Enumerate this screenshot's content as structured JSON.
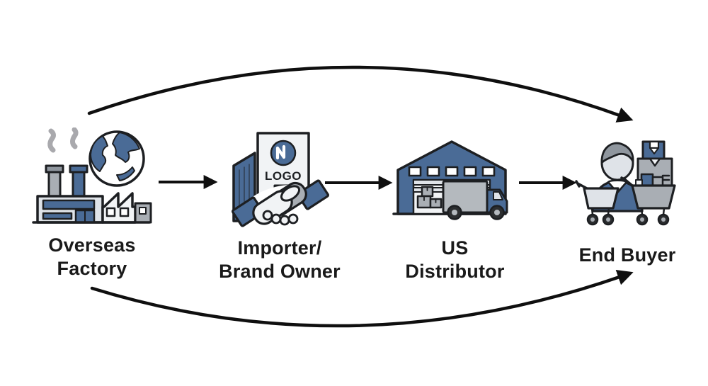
{
  "diagram": {
    "background": "#ffffff",
    "colors": {
      "outline": "#1d1f22",
      "text": "#1a1a1a",
      "arrow": "#0f0f0f",
      "blue": "#4a6b96",
      "gray": "#a9aeb4",
      "dark_gray": "#8f969e",
      "light_gray": "#dfe3e8",
      "paper": "#f1f3f5",
      "truck_gray": "#b4b9be",
      "smoke": "#a9a9ad",
      "background": "#ffffff"
    },
    "nodes": [
      {
        "id": "overseas-factory",
        "icon": "factory-globe-icon",
        "label_lines": [
          "Overseas",
          "Factory"
        ]
      },
      {
        "id": "importer-brand-owner",
        "icon": "building-document-handshake-icon",
        "logo_text": "LOGO",
        "label_lines": [
          "Importer/",
          "Brand Owner"
        ]
      },
      {
        "id": "us-distributor",
        "icon": "warehouse-truck-icon",
        "label_lines": [
          "US",
          "Distributor"
        ]
      },
      {
        "id": "end-buyer",
        "icon": "shopper-carts-boxes-icon",
        "label_lines": [
          "End Buyer"
        ]
      }
    ],
    "connections": [
      {
        "from": "Overseas Factory",
        "to": "Importer/Brand Owner",
        "style": "straight-arrow"
      },
      {
        "from": "Importer/Brand Owner",
        "to": "US Distributor",
        "style": "straight-arrow"
      },
      {
        "from": "US Distributor",
        "to": "End Buyer",
        "style": "straight-arrow"
      },
      {
        "from": "Overseas Factory",
        "to": "End Buyer",
        "style": "curved-arrow-top"
      },
      {
        "from": "Overseas Factory",
        "to": "End Buyer",
        "style": "curved-arrow-bottom"
      }
    ]
  }
}
